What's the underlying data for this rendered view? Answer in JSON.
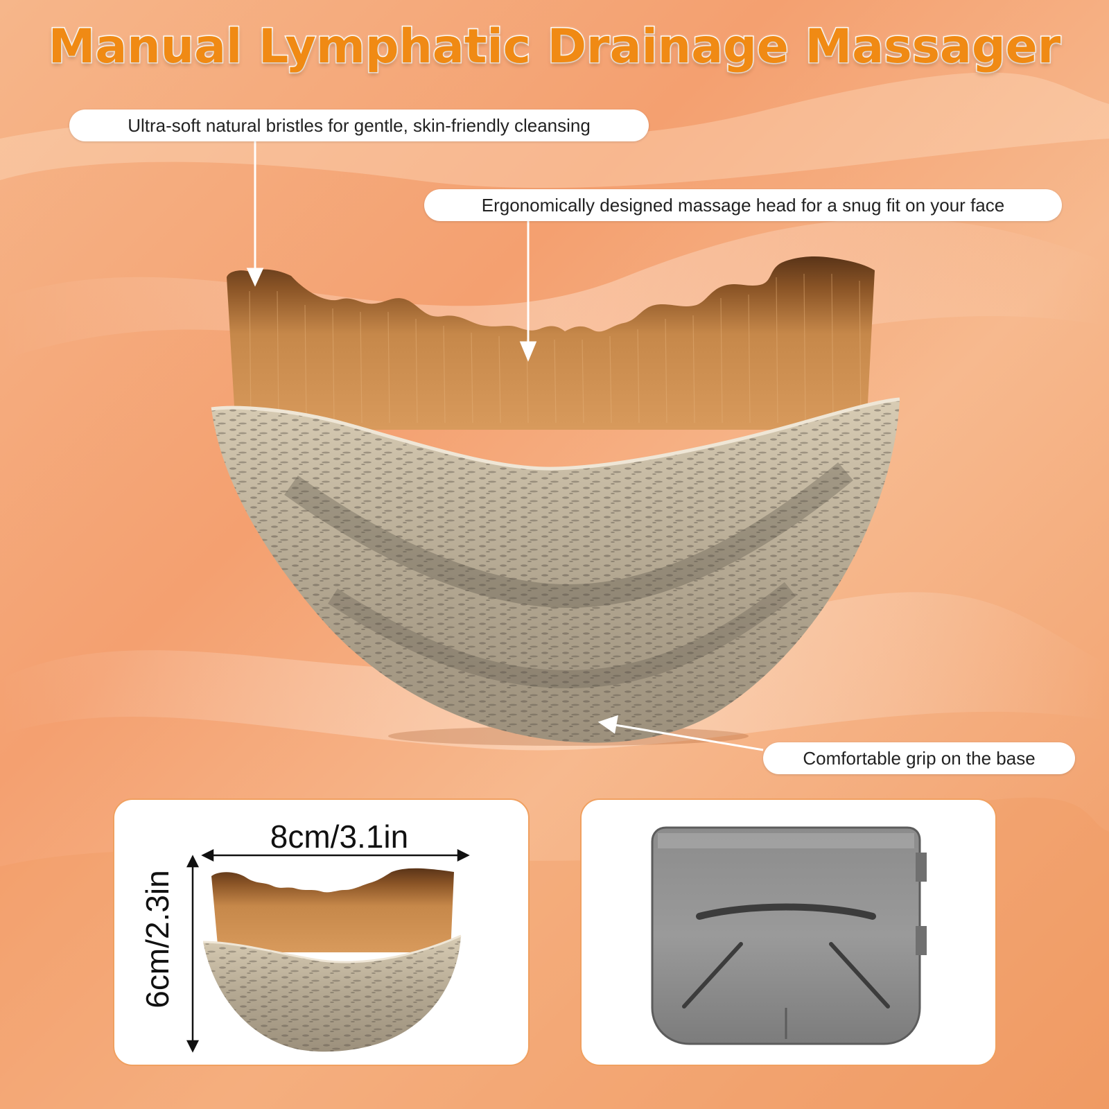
{
  "title": "Manual Lymphatic Drainage Massager",
  "callouts": {
    "bristles": "Ultra-soft natural bristles for gentle, skin-friendly cleansing",
    "head": "Ergonomically designed massage head for a snug fit on your face",
    "grip": "Comfortable grip on the base"
  },
  "dimensions": {
    "width": "8cm/3.1in",
    "height": "6cm/2.3in"
  },
  "colors": {
    "title_orange": "#f08a14",
    "background_peach": "#f3a877",
    "panel_border": "#f0a060"
  }
}
